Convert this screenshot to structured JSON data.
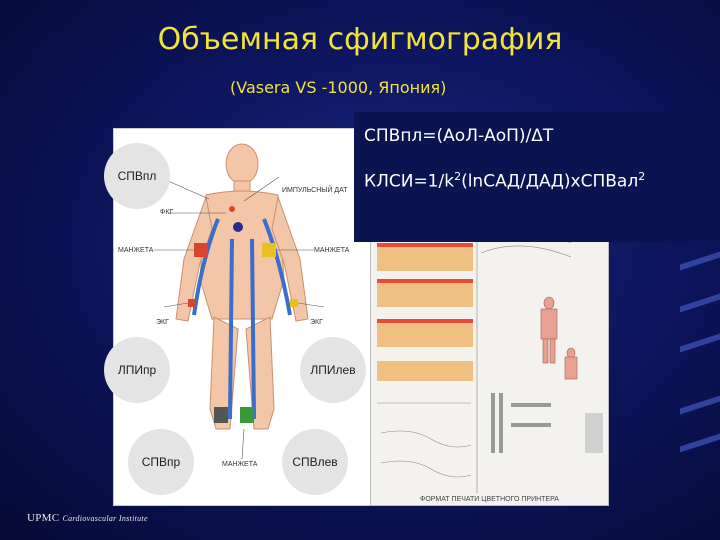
{
  "slide": {
    "title": "Объемная сфигмография",
    "subtitle": "(Vasera VS -1000, Япония)"
  },
  "formulas": {
    "line1": "СПВпл=(АоЛ-АоП)/ΔТ",
    "line2_prefix": "КЛСИ=1/k",
    "line2_sup1": "2",
    "line2_middle": "(lnСАД/ДАД)хСПВал",
    "line2_sup2": "2"
  },
  "figure": {
    "labels": {
      "spv_pl": "СПВпл",
      "lpi_pr": "ЛПИпр",
      "lpi_lev": "ЛПИлев",
      "spv_pr": "СПВпр",
      "spv_lev": "СПВлев"
    },
    "small_labels": {
      "pulse_sensor": "ИМПУЛЬСНЫЙ ДАТ",
      "fkg": "ФКГ",
      "cuff_left": "МАНЖЕТА",
      "cuff_right": "МАНЖЕТА",
      "ekg_left": "ЭКГ",
      "ekg_right": "ЭКГ",
      "cuff_bottom": "МАНЖЕТА"
    },
    "print_footer": "ФОРМАТ ПЕЧАТИ ЦВЕТНОГО ПРИНТЕРА"
  },
  "footer": {
    "org": "UPMC",
    "institute": "Cardiovascular Institute"
  },
  "colors": {
    "title": "#f2e33a",
    "cuff_red": "#d8442e",
    "cuff_yellow": "#e8c020",
    "cuff_green": "#3a9a3a",
    "vessel_blue": "#3a6ec8"
  }
}
